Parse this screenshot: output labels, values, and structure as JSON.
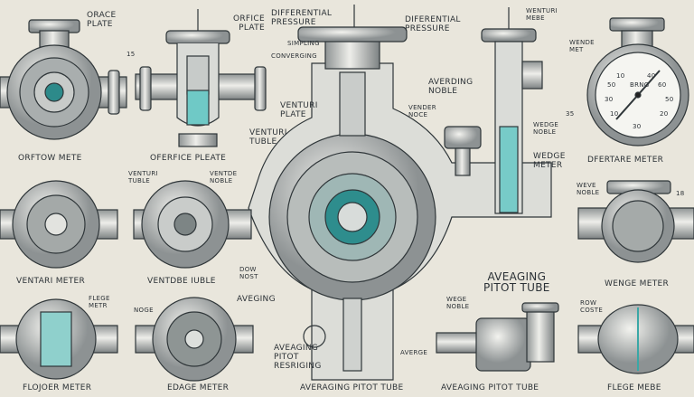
{
  "labels": {
    "orace_plate": [
      "ORACE",
      "PLATE"
    ],
    "orfice_plate_top": [
      "ORFICE",
      "PLATE"
    ],
    "differential_pressure_left": [
      "DIFFERENTIAL",
      "PRESSURE"
    ],
    "simpling": "SIMPLING",
    "converging": "CONVERGING",
    "venturi_plate": [
      "VENTURI",
      "PLATE"
    ],
    "venturi_tuble_center": [
      "VENTURI",
      "TUBLE"
    ],
    "orftow_mete": "ORFTOW METE",
    "oferfice_pleate": "OFERFICE PLEATE",
    "venturi_tuble_mid": [
      "VENTURI",
      "TUBLE"
    ],
    "vende_noble": [
      "VENTDE",
      "NOBLE"
    ],
    "diferential_pressure_right": [
      "DIFERENTIAL",
      "PRESSURE"
    ],
    "averding_noble": [
      "AVERDING",
      "NOBLE"
    ],
    "vender_noce": [
      "VENDER",
      "NOCE"
    ],
    "wenturi_mebe": [
      "WENTURI",
      "MEBE"
    ],
    "wende_met": [
      "WENDE",
      "MET"
    ],
    "wedge_noble": [
      "WEDGE",
      "NOBLE"
    ],
    "wedge_meter": [
      "WEDGE",
      "METER"
    ],
    "dfertare_meter": "DFERTARE METER",
    "weve_noble": [
      "WEVE",
      "NOBLE"
    ],
    "ventari_meter": "VENTARI METER",
    "ventdbe_iuble": "VENTDBE IUBLE",
    "dow_nost": [
      "DOW",
      "NOST"
    ],
    "flege_metr": [
      "FLEGE",
      "METR"
    ],
    "noge": "NOGE",
    "aveging": "AVEGING",
    "aveaging_pitot_resriging": [
      "AVEAGING",
      "PITOT",
      "RESRIGING"
    ],
    "flojoer_meter": "FLOJOER METER",
    "edage_meter": "EDAGE METER",
    "averaging_pitot_tube_bottom": "AVERAGING PITOT TUBE",
    "aveaging_pitot_tube_big": [
      "AVEAGING",
      "PITOT TUBE"
    ],
    "wege_noble": [
      "WEGE",
      "NOBLE"
    ],
    "averge": "AVERGE",
    "aveaging_pitot_tube_bottom2": "AVEAGING PITOT TUBE",
    "wenge_meter": "WENGE METER",
    "flege_mebe": "FLEGE MEBE",
    "row_coste": [
      "ROW",
      "COSTE"
    ],
    "callout_15": "15",
    "callout_35": "35",
    "callout_18": "18"
  },
  "gauge": {
    "ticks": [
      "10",
      "40",
      "50",
      "60",
      "30",
      "50",
      "10",
      "20",
      "30"
    ],
    "brand": "BRNG"
  },
  "colors": {
    "paper": "#e9e6dc",
    "ink": "#2b3136",
    "metal": "#b9bcbb",
    "teal": "#3aa7a6"
  }
}
